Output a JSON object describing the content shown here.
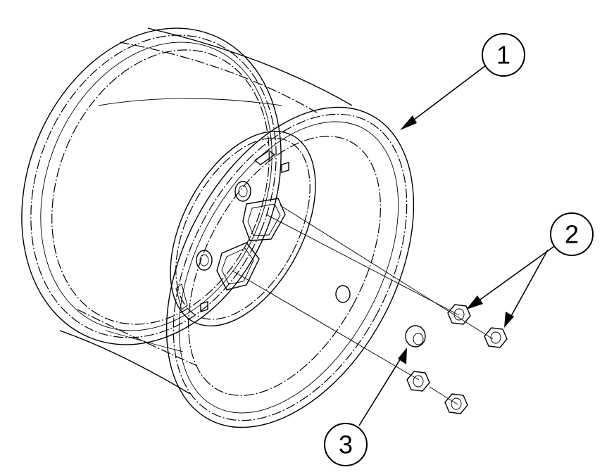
{
  "diagram": {
    "callouts": [
      {
        "id": "1",
        "label": "1",
        "part": "wheel-rim"
      },
      {
        "id": "2",
        "label": "2",
        "part": "wheel-nut"
      },
      {
        "id": "3",
        "label": "3",
        "part": "hub-nut"
      }
    ]
  }
}
